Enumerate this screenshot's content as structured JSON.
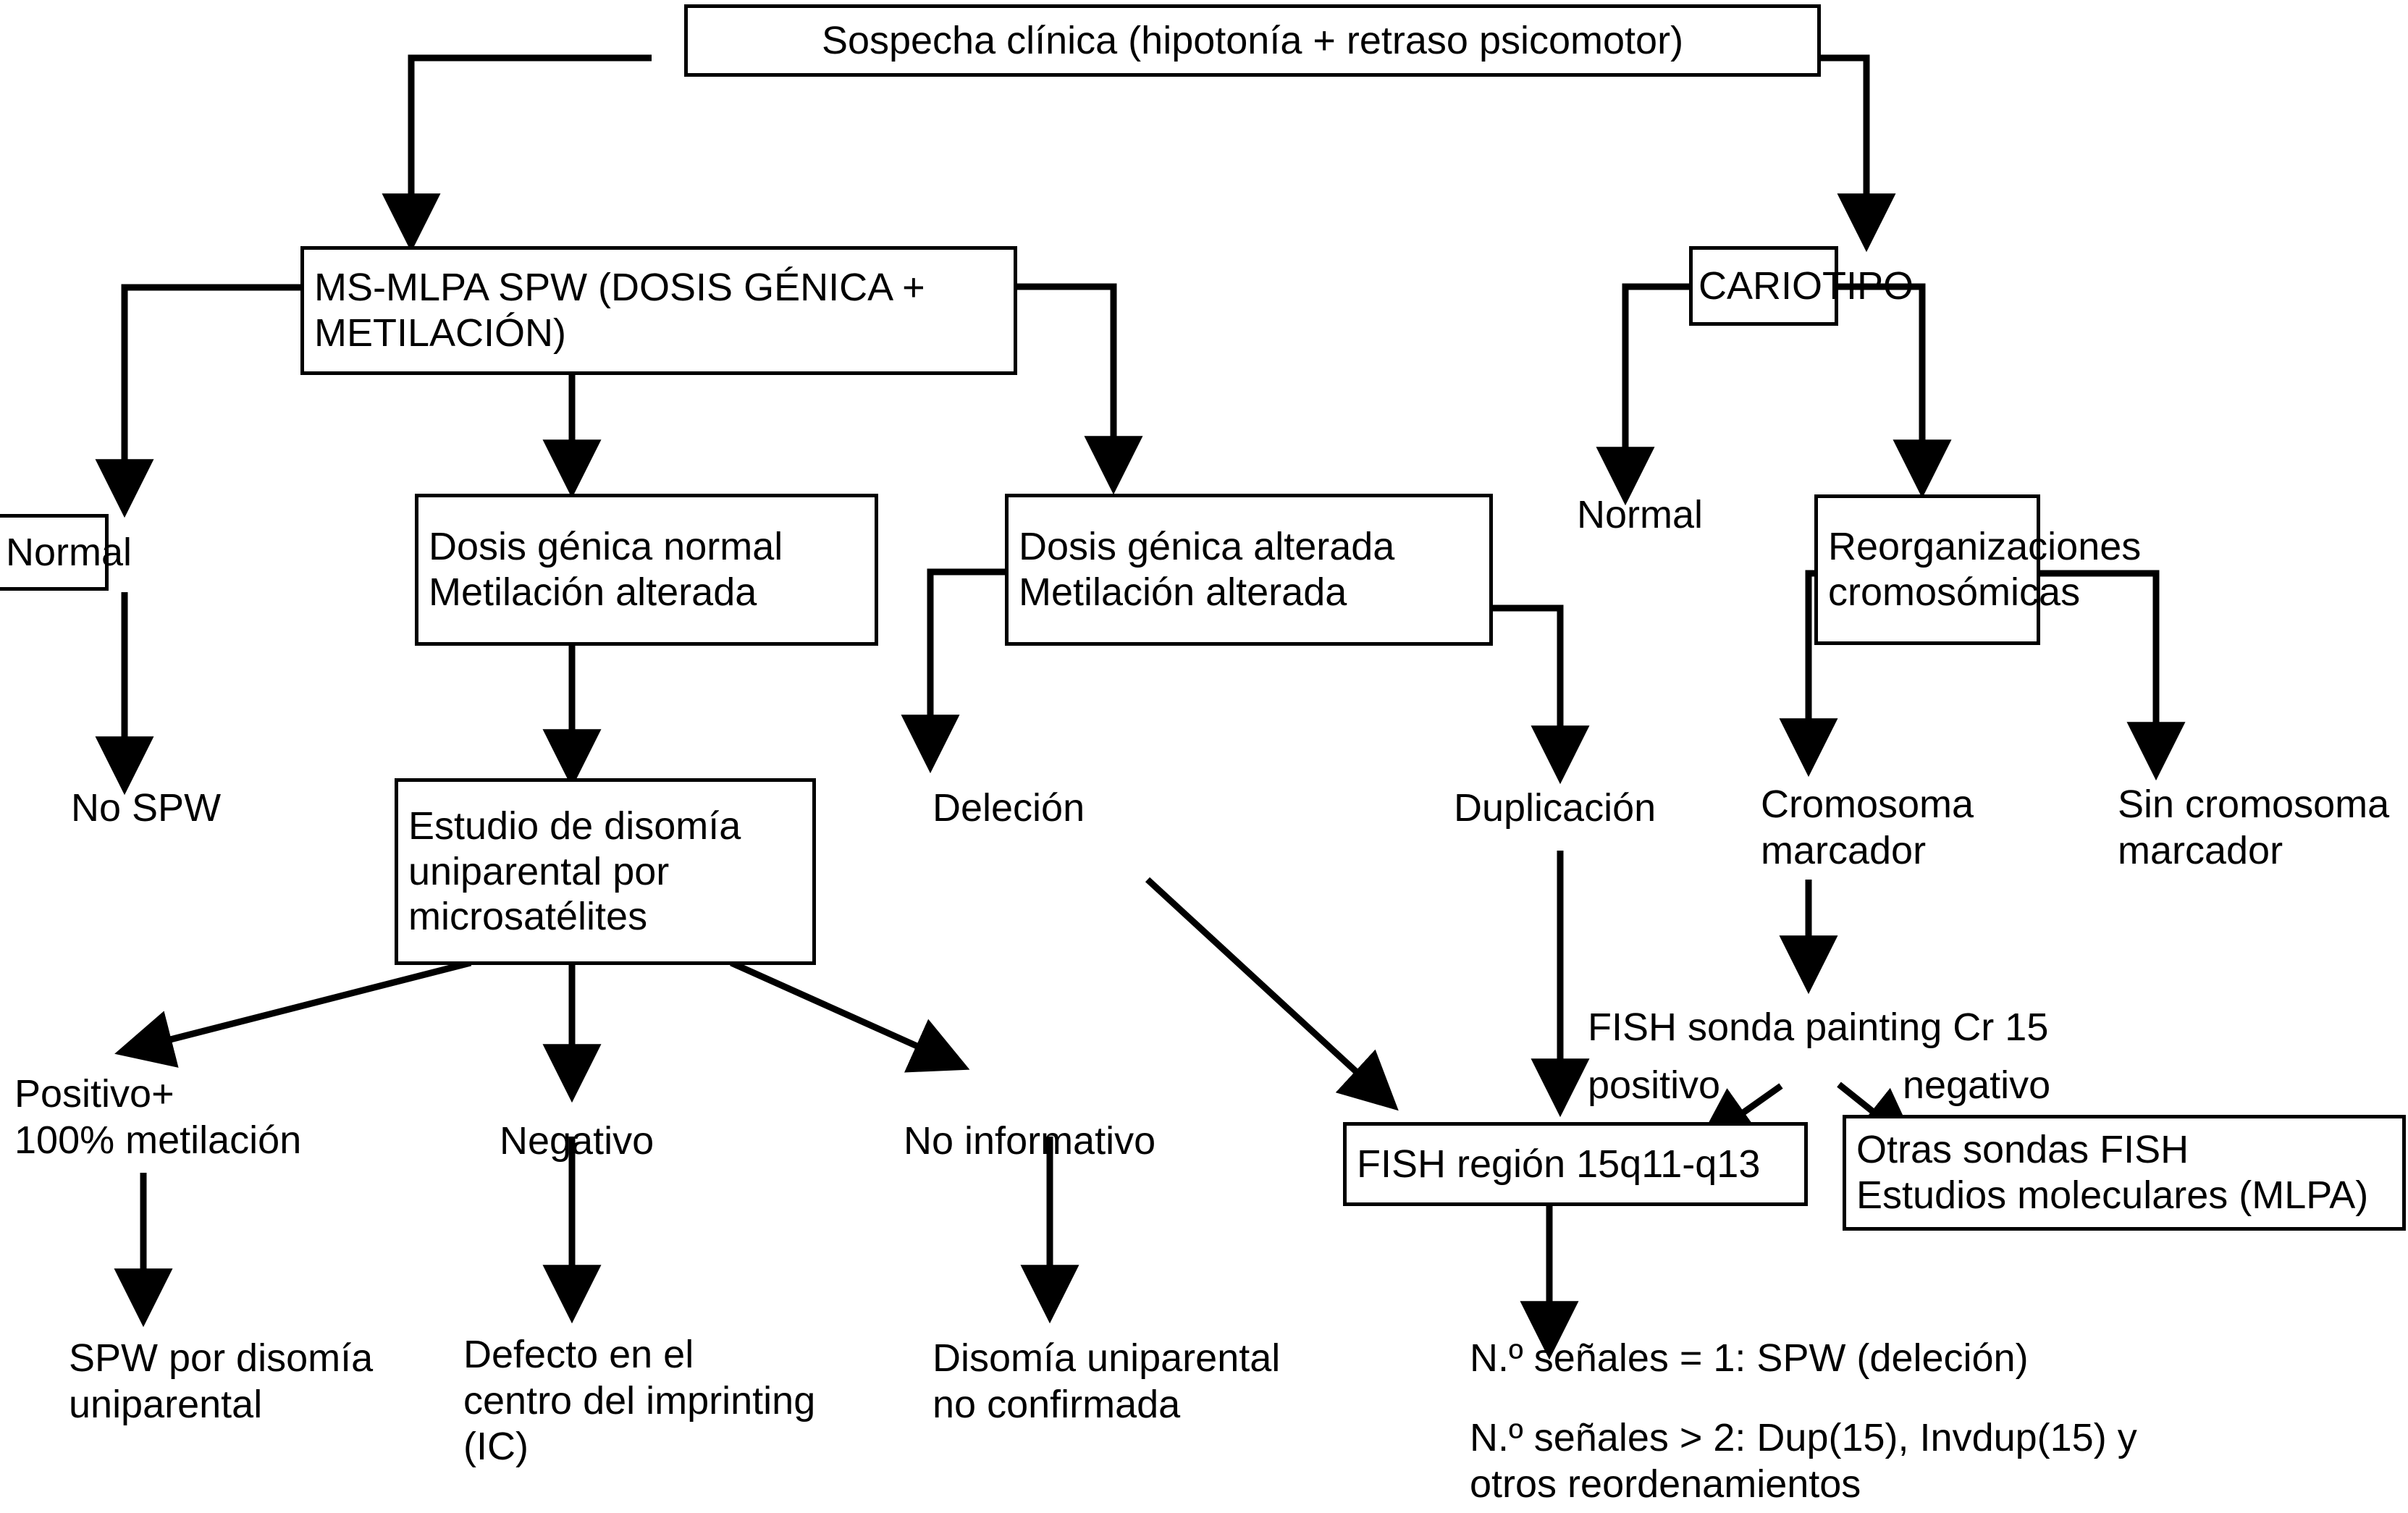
{
  "diagram": {
    "title": "Algoritmo diagnostico SPW",
    "line_color": "#000000",
    "background": "#ffffff",
    "nodes": {
      "sospecha": "Sospecha clínica (hipotonía + retraso psicomotor)",
      "msmlpa": "MS-MLPA SPW (DOSIS GÉNICA +\nMETILACIÓN)",
      "cariotipo": "CARIOTIPO",
      "normal_box": "Normal",
      "dosis_normal": "Dosis génica normal\nMetilación alterada",
      "dosis_alterada": "Dosis génica alterada\nMetilación alterada",
      "reorganizaciones": "Reorganizaciones\ncromosómicas",
      "estudio_disomia": "Estudio de disomía\nuniparental por\nmicrosatélites",
      "fish_region": "FISH región 15q11-q13",
      "otras_sondas": "Otras sondas FISH\nEstudios moleculares (MLPA)"
    },
    "labels": {
      "no_spw": "No SPW",
      "normal_cariotipo": "Normal",
      "delecion": "Deleción",
      "duplicacion": "Duplicación",
      "cromosoma_marcador": "Cromosoma\nmarcador",
      "sin_cromosoma_marcador": "Sin cromosoma\nmarcador",
      "positivo_metilacion": "Positivo+\n100% metilación",
      "negativo": "Negativo",
      "no_informativo": "No informativo",
      "spw_disomia": "SPW por disomía\nuniparental",
      "defecto_ic": "Defecto en el\ncentro del imprinting\n(IC)",
      "disomia_no_conf": "Disomía uniparental\nno confirmada",
      "fish_sonda_painting": "FISH sonda painting  Cr 15",
      "fish_positivo": "positivo",
      "fish_negativo": "negativo",
      "senales_1": "N.º señales = 1: SPW (deleción)",
      "senales_2": "N.º señales > 2: Dup(15), Invdup(15) y\notros reordenamientos"
    }
  }
}
